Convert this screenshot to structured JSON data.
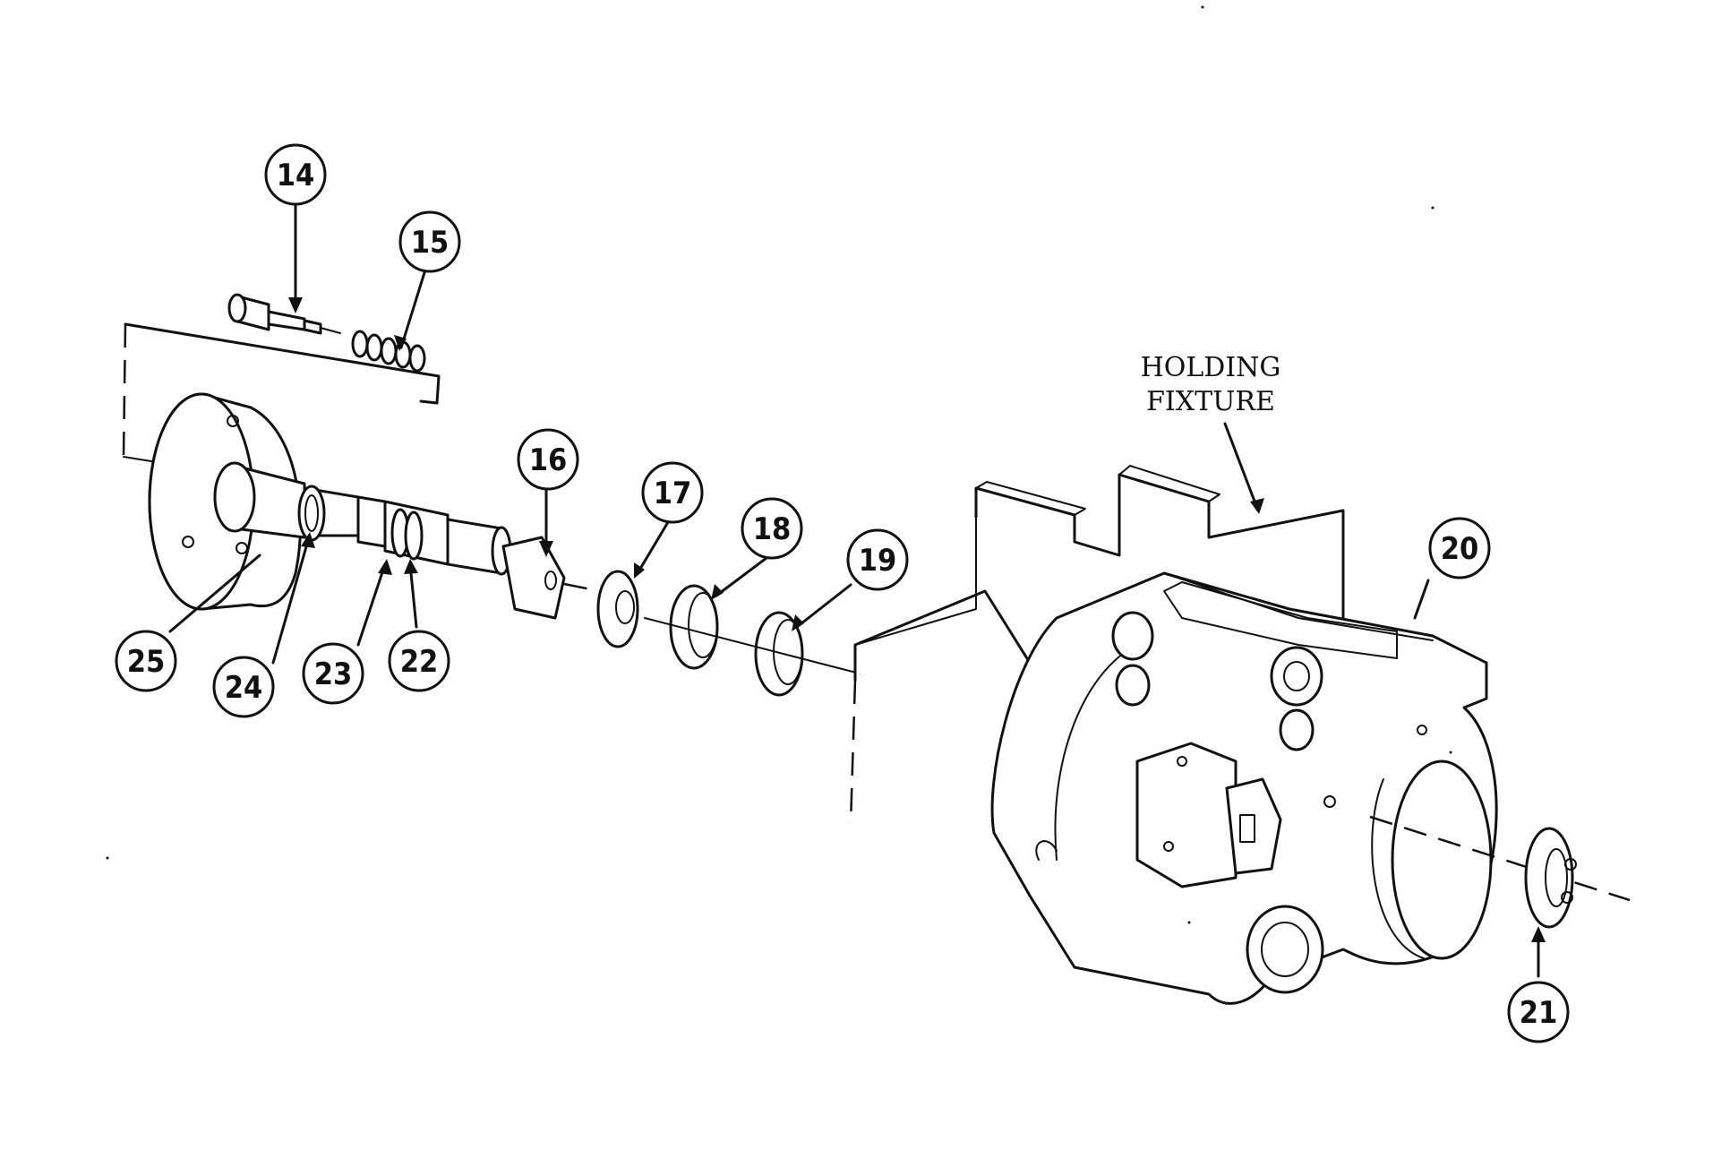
{
  "diagram": {
    "callouts": {
      "c14": "14",
      "c15": "15",
      "c16": "16",
      "c17": "17",
      "c18": "18",
      "c19": "19",
      "c20": "20",
      "c21": "21",
      "c22": "22",
      "c23": "23",
      "c24": "24",
      "c25": "25"
    },
    "fixture_label": {
      "line1": "HOLDING",
      "line2": "FIXTURE"
    }
  }
}
